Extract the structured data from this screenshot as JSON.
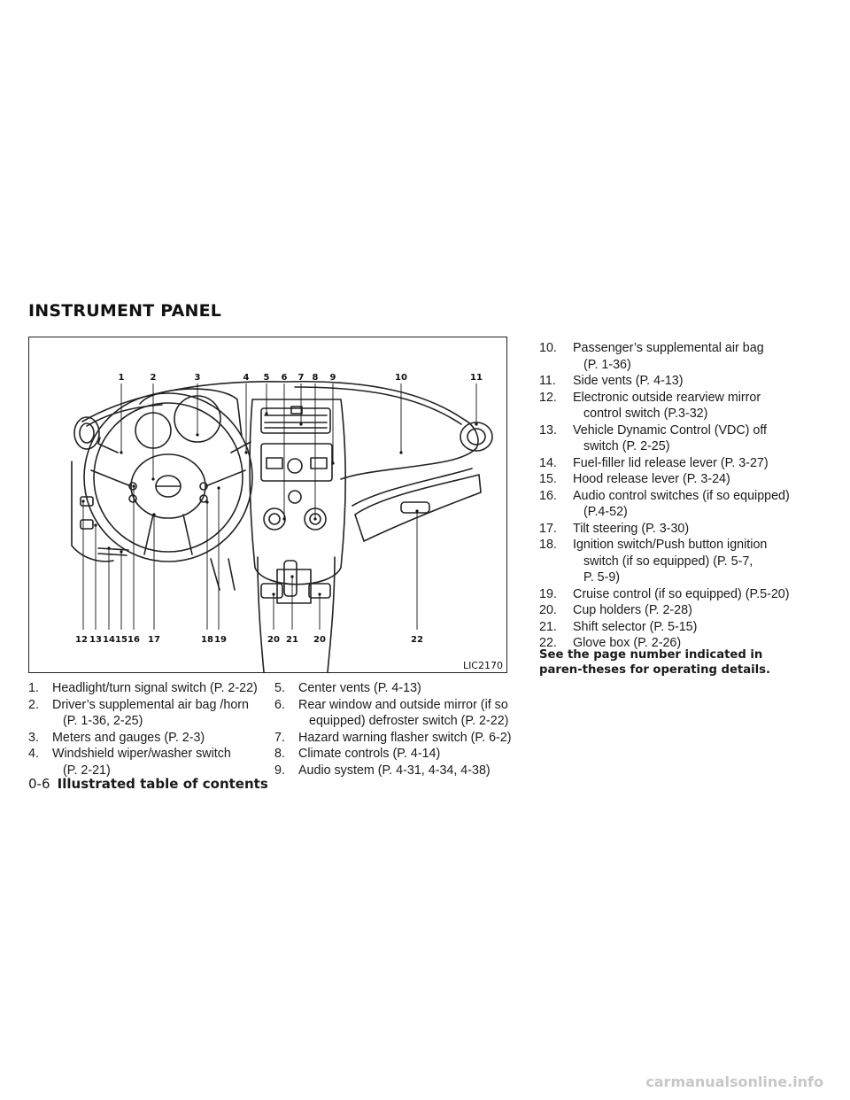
{
  "section_title": "INSTRUMENT PANEL",
  "figure": {
    "code": "LIC2170",
    "callouts_top": [
      "1",
      "2",
      "3",
      "4",
      "5",
      "6",
      "7",
      "8",
      "9",
      "10",
      "11"
    ],
    "callouts_bottom": [
      "12",
      "13",
      "14",
      "15",
      "16",
      "17",
      "18",
      "19",
      "20",
      "21",
      "20",
      "22"
    ]
  },
  "column1": [
    {
      "num": "1.",
      "text": "Headlight/turn signal switch (P. 2-22)"
    },
    {
      "num": "2.",
      "text": "Driver’s supplemental air bag /horn",
      "cont": [
        "(P. 1-36, 2-25)"
      ]
    },
    {
      "num": "3.",
      "text": "Meters and gauges (P. 2-3)"
    },
    {
      "num": "4.",
      "text": "Windshield wiper/washer switch",
      "cont": [
        "(P. 2-21)"
      ]
    }
  ],
  "column2": [
    {
      "num": "5.",
      "text": "Center vents (P. 4-13)"
    },
    {
      "num": "6.",
      "text": "Rear window and outside mirror (if so",
      "cont": [
        "equipped) defroster switch (P. 2-22)"
      ]
    },
    {
      "num": "7.",
      "text": "Hazard warning flasher switch (P. 6-2)"
    },
    {
      "num": "8.",
      "text": "Climate controls (P. 4-14)"
    },
    {
      "num": "9.",
      "text": "Audio system (P. 4-31, 4-34, 4-38)"
    }
  ],
  "column3": [
    {
      "num": "10.",
      "text": "Passenger’s supplemental air bag",
      "cont": [
        "(P. 1-36)"
      ]
    },
    {
      "num": "11.",
      "text": "Side vents (P. 4-13)"
    },
    {
      "num": "12.",
      "text": "Electronic outside rearview mirror",
      "cont": [
        "control switch (P.3-32)"
      ]
    },
    {
      "num": "13.",
      "text": "Vehicle Dynamic Control (VDC) off",
      "cont": [
        "switch (P. 2-25)"
      ]
    },
    {
      "num": "14.",
      "text": "Fuel-filler lid release lever (P. 3-27)"
    },
    {
      "num": "15.",
      "text": "Hood release lever (P. 3-24)"
    },
    {
      "num": "16.",
      "text": "Audio control switches (if so equipped)",
      "cont": [
        "(P.4-52)"
      ]
    },
    {
      "num": "17.",
      "text": "Tilt steering (P. 3-30)"
    },
    {
      "num": "18.",
      "text": "Ignition switch/Push button ignition",
      "cont": [
        "switch (if so equipped) (P. 5-7,",
        "P. 5-9)"
      ]
    },
    {
      "num": "19.",
      "text": "Cruise control (if so equipped) (P.5-20)"
    },
    {
      "num": "20.",
      "text": "Cup holders (P. 2-28)"
    },
    {
      "num": "21.",
      "text": "Shift selector (P. 5-15)"
    },
    {
      "num": "22.",
      "text": "Glove box (P. 2-26)"
    }
  ],
  "note": "See the page number indicated in paren-theses for operating details.",
  "footer": {
    "page": "0-6",
    "title": "Illustrated table of contents"
  },
  "watermark": "carmanualsonline.info"
}
